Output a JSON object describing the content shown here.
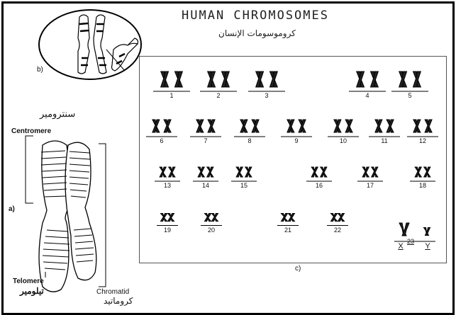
{
  "header": {
    "title": "HUMAN CHROMOSOMES",
    "subtitle_ar": "كروموسومات الإنسان"
  },
  "panel_b": {
    "label": "b)"
  },
  "panel_a": {
    "label": "a)",
    "centromere_ar": "سنترومير",
    "centromere_en": "Centromere",
    "telomere_en": "Telomere",
    "telomere_ar": "تيلومير",
    "chromatid_en": "Chromatid",
    "chromatid_ar": "كروماتيد"
  },
  "panel_c": {
    "label": "c)",
    "chromosome_numbers": [
      "1",
      "2",
      "3",
      "4",
      "5",
      "6",
      "7",
      "8",
      "9",
      "10",
      "11",
      "12",
      "13",
      "14",
      "15",
      "16",
      "17",
      "18",
      "19",
      "20",
      "21",
      "22"
    ],
    "sex_label_number": "23",
    "sex_x": "X",
    "sex_y": "Y"
  }
}
